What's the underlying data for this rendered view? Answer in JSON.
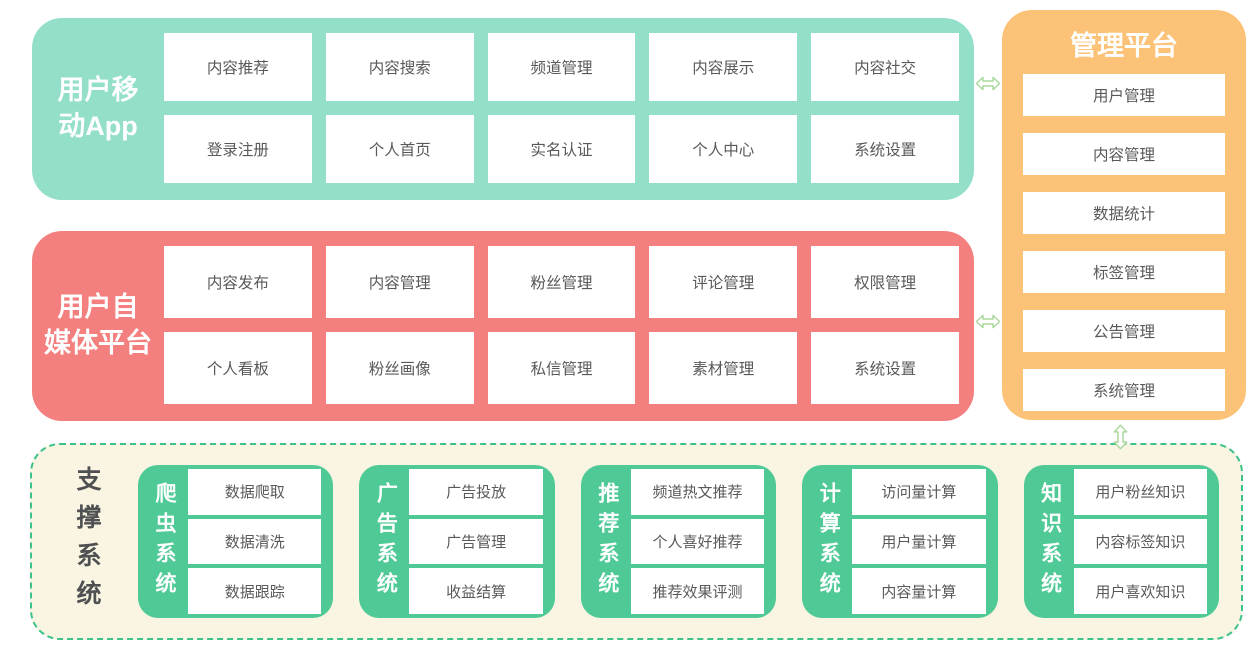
{
  "diagram": {
    "mobile_app": {
      "title_lines": [
        "用户移",
        "动App"
      ],
      "cells": [
        "内容推荐",
        "内容搜索",
        "频道管理",
        "内容展示",
        "内容社交",
        "登录注册",
        "个人首页",
        "实名认证",
        "个人中心",
        "系统设置"
      ]
    },
    "media_platform": {
      "title_lines": [
        "用户自",
        "媒体平台"
      ],
      "cells": [
        "内容发布",
        "内容管理",
        "粉丝管理",
        "评论管理",
        "权限管理",
        "个人看板",
        "粉丝画像",
        "私信管理",
        "素材管理",
        "系统设置"
      ]
    },
    "admin_platform": {
      "title": "管理平台",
      "cells": [
        "用户管理",
        "内容管理",
        "数据统计",
        "标签管理",
        "公告管理",
        "系统管理"
      ]
    },
    "support_system": {
      "title": "支撑系统",
      "subsystems": [
        {
          "title": "爬虫系统",
          "cells": [
            "数据爬取",
            "数据清洗",
            "数据跟踪"
          ]
        },
        {
          "title": "广告系统",
          "cells": [
            "广告投放",
            "广告管理",
            "收益结算"
          ]
        },
        {
          "title": "推荐系统",
          "cells": [
            "频道热文推荐",
            "个人喜好推荐",
            "推荐效果评测"
          ]
        },
        {
          "title": "计算系统",
          "cells": [
            "访问量计算",
            "用户量计算",
            "内容量计算"
          ]
        },
        {
          "title": "知识系统",
          "cells": [
            "用户粉丝知识",
            "内容标签知识",
            "用户喜欢知识"
          ]
        }
      ]
    }
  },
  "colors": {
    "teal": "#93dfca",
    "coral": "#f3807f",
    "orange": "#fcc277",
    "green": "#4fca96",
    "cream": "#f9f5e2",
    "dash_green": "#3ec28b",
    "cell_text": "#58595b",
    "support_title_text": "#4f5052",
    "arrow_stroke": "#abd89c",
    "white": "#ffffff"
  }
}
